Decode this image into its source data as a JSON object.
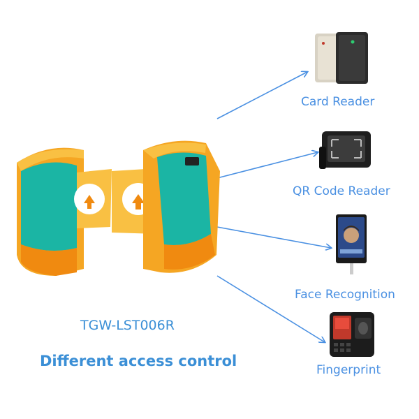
{
  "product": {
    "model": "TGW-LST006R",
    "tagline": "Different access control"
  },
  "devices": [
    {
      "label": "Card Reader",
      "icon": "card-reader-icon"
    },
    {
      "label": "QR Code Reader",
      "icon": "qr-code-reader-icon"
    },
    {
      "label": "Face Recognition",
      "icon": "face-recognition-terminal-icon"
    },
    {
      "label": "Fingerprint",
      "icon": "fingerprint-terminal-icon"
    }
  ],
  "colors": {
    "accent": "#4a90e2",
    "turnstile_teal": "#1bb5a4",
    "turnstile_orange": "#f5a623",
    "turnstile_yellow": "#f9c043"
  }
}
